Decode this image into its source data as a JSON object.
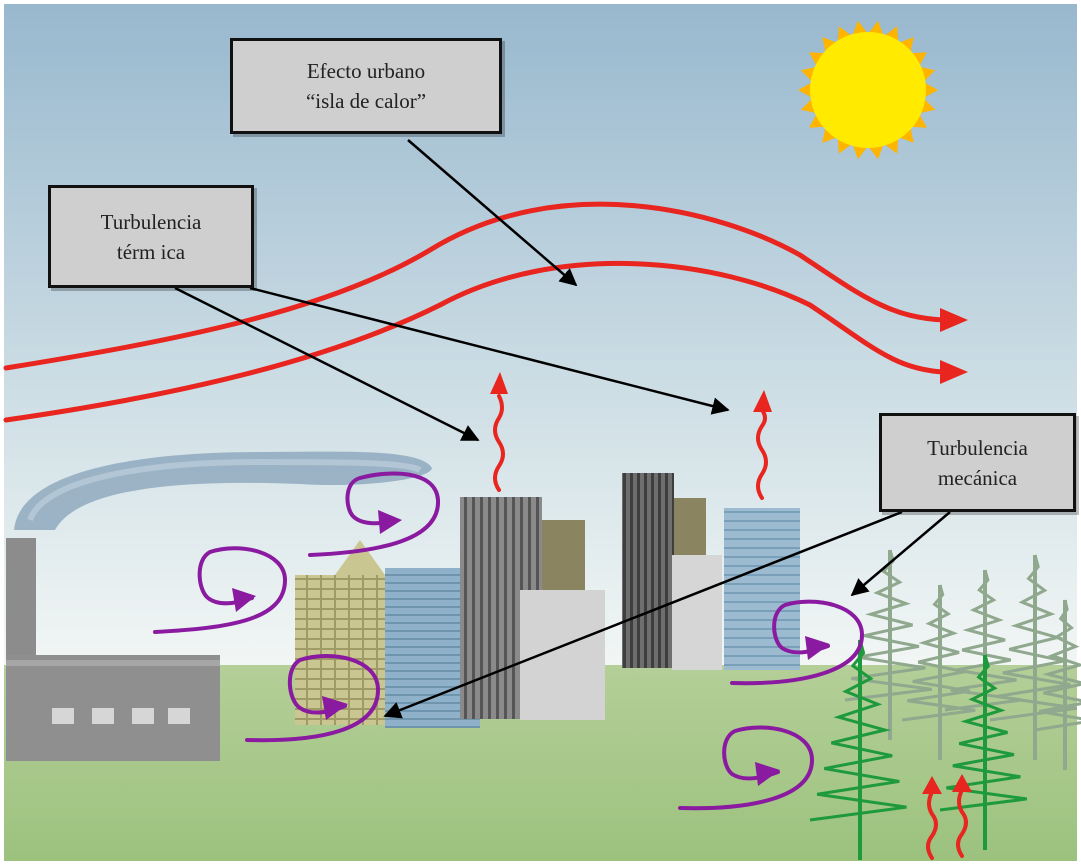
{
  "labels": {
    "urban_heat_island": {
      "line1": "Efecto urbano",
      "line2": "“isla de calor”"
    },
    "thermal_turbulence": {
      "line1": "Turbulencia",
      "line2": "térm ica"
    },
    "mechanical_turbulence": {
      "line1": "Turbulencia",
      "line2": "mecánica"
    }
  },
  "colors": {
    "sky_top": "#9bbbd0",
    "sky_bottom": "#f4f8f7",
    "ground": "#a9c98a",
    "sun": "#ffe600",
    "sun_rays": "#ffb400",
    "heat_arrows": "#e8251f",
    "eddies": "#8a1aa0",
    "pointer_arrows": "#000000",
    "trees_front": "#1e9a3c",
    "trees_back": "#8fa88e"
  }
}
